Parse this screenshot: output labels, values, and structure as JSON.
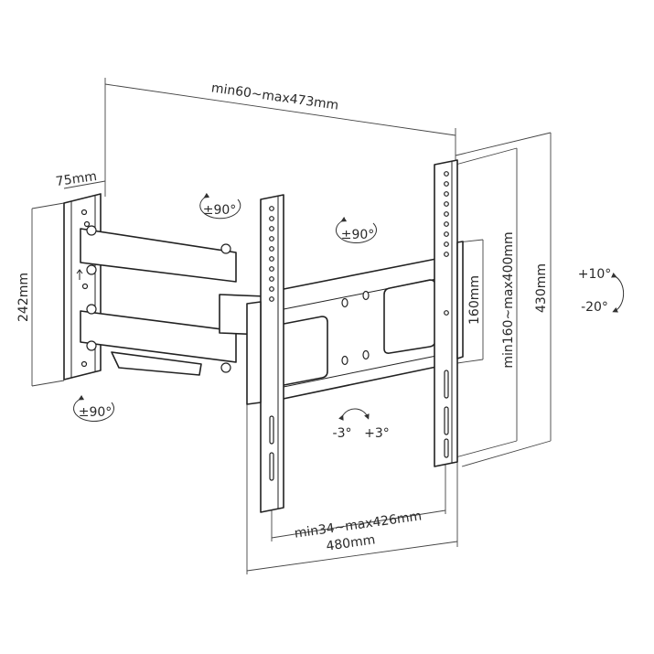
{
  "diagram": {
    "dimensions": {
      "arm_extension": "min60~max473mm",
      "wall_plate_width": "75mm",
      "wall_plate_height": "242mm",
      "rail_hole_spacing_min": "160mm",
      "vertical_vesa_range": "min160~max400mm",
      "rail_height": "430mm",
      "horizontal_vesa_range": "min34~max426mm",
      "bracket_width": "480mm"
    },
    "rotations": {
      "arm_swivel_top": "±90°",
      "tv_swivel": "±90°",
      "wall_swivel": "±90°",
      "tilt_up": "+10°",
      "tilt_down": "-20°",
      "level_left": "-3°",
      "level_right": "+3°"
    }
  }
}
